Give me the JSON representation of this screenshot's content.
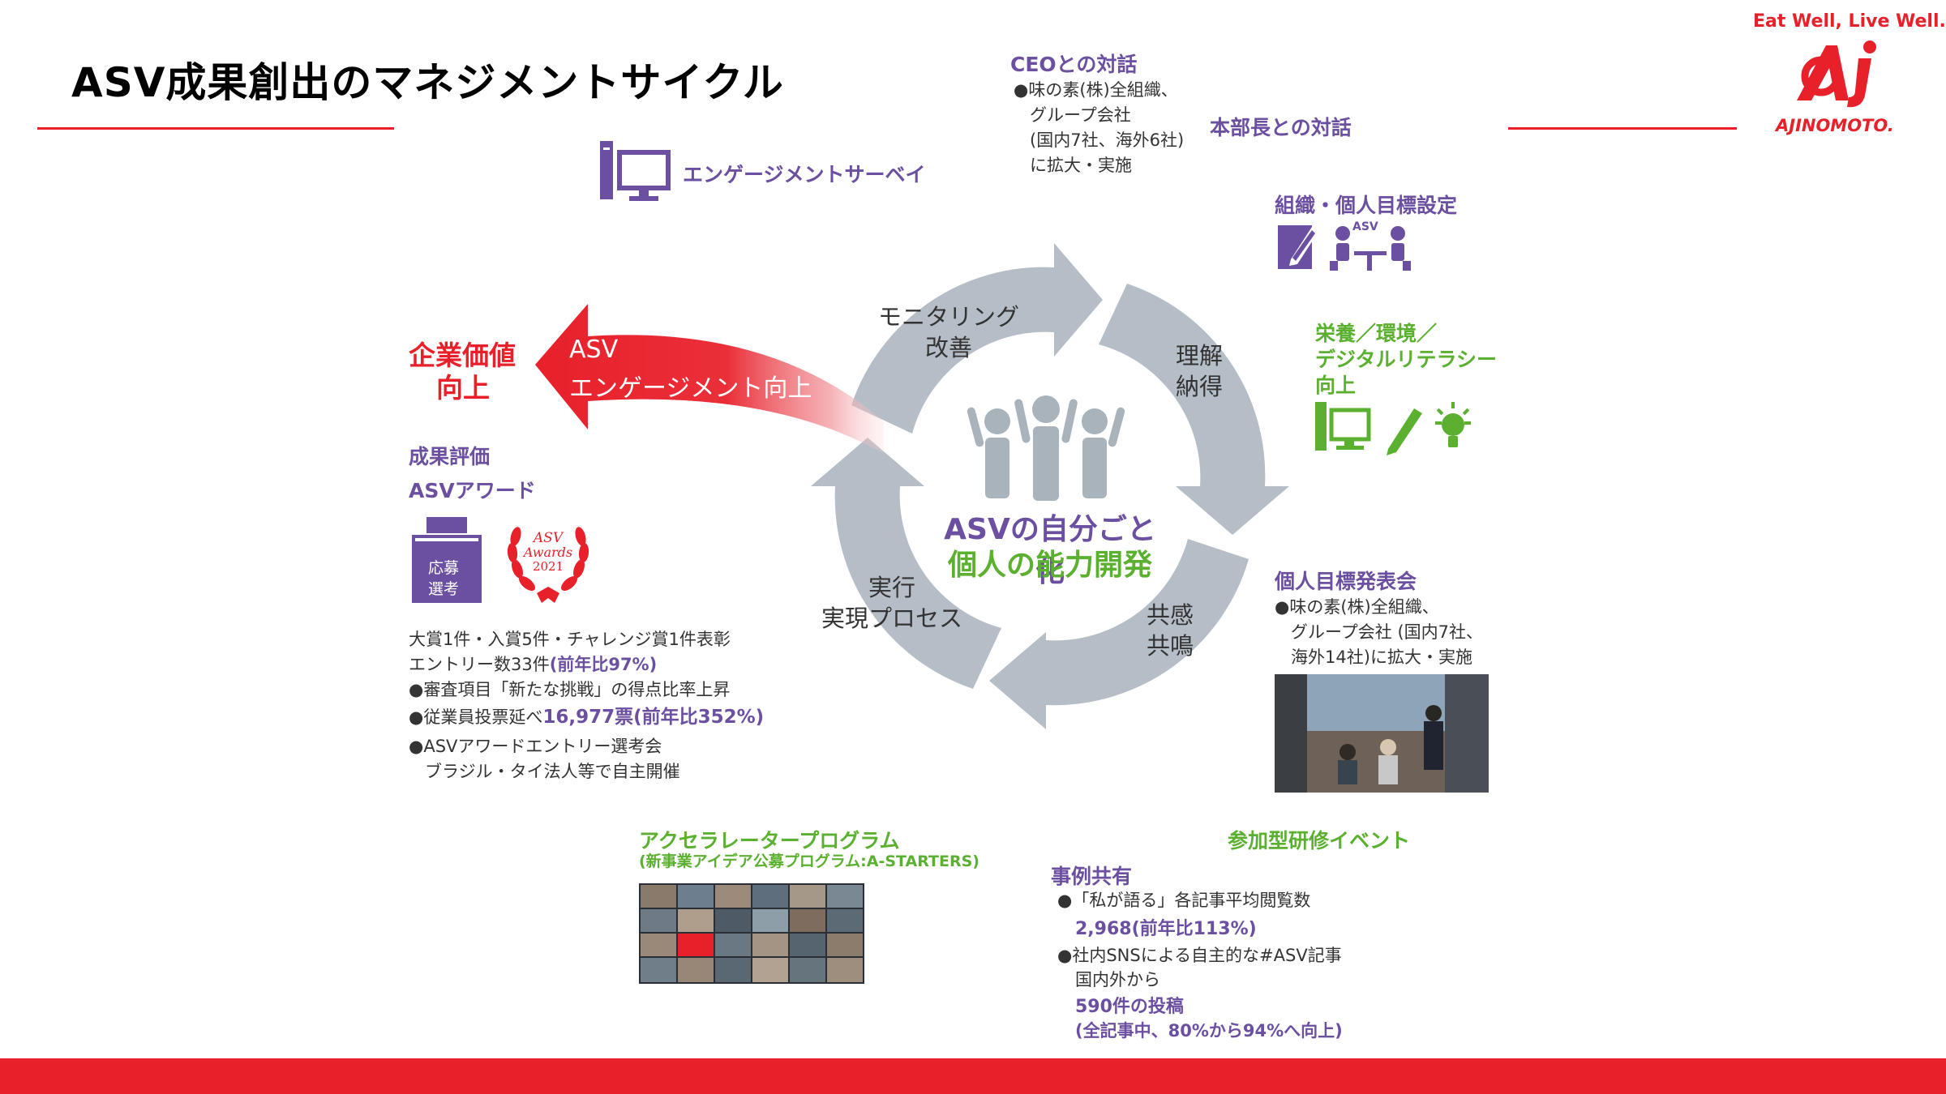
{
  "page": {
    "title": "ASV成果創出のマネジメントサイクル",
    "brand": {
      "tagline": "Eat Well, Live Well.",
      "logo_text": "AJINOMOTO.",
      "logo_mark": "Aj"
    },
    "colors": {
      "accent": "#e8202a",
      "purple": "#6b4fa0",
      "green": "#5bb030",
      "cycle_gray": "#b5bec6"
    }
  },
  "cycle": {
    "center_line1": "ASVの自分ごと化",
    "center_line2": "個人の能力開発",
    "people_icon": "three-people-raising-arms-icon",
    "stages": [
      {
        "label": "モニタリング\n改善"
      },
      {
        "label": "理解\n納得"
      },
      {
        "label": "共感\n共鳴"
      },
      {
        "label": "実行\n実現プロセス"
      }
    ]
  },
  "asv_arrow": {
    "text_line1": "ASV",
    "text_line2": "エンゲージメント向上"
  },
  "goal": {
    "line1": "企業価値",
    "line2": "向上"
  },
  "survey": {
    "label": "エンゲージメントサーベイ",
    "icon": "computer-icon"
  },
  "ceo_dialogue": {
    "heading": "CEOとの対話",
    "body": "●味の素(株)全組織、\n   グループ会社\n   (国内7社、海外6社)\n   に拡大・実施"
  },
  "division_dialogue": {
    "heading": "本部長との対話"
  },
  "goal_setting": {
    "heading": "組織・個人目標設定",
    "icons": [
      "pen-paper-icon",
      "meeting-people-icon"
    ],
    "badge": "ASV"
  },
  "literacy": {
    "line1": "栄養／環境／",
    "line2": "デジタルリテラシー",
    "line3": "向上",
    "icons": [
      "computer-icon",
      "pen-icon",
      "lightbulb-icon"
    ]
  },
  "goal_presentation": {
    "heading": "個人目標発表会",
    "body": "●味の素(株)全組織、\n   グループ会社 (国内7社、\n   海外14社)に拡大・実施"
  },
  "evaluation": {
    "heading1": "成果評価",
    "heading2": "ASVアワード",
    "ballot_label_1": "応募",
    "ballot_label_2": "選考",
    "award_badge": {
      "line1": "ASV",
      "line2": "Awards",
      "line3": "2021"
    },
    "line1": "大賞1件・入賞5件・チャレンジ賞1件表彰",
    "line2_prefix": "エントリー数33件",
    "line2_highlight": "(前年比97%)",
    "bullet1": "●審査項目「新たな挑戦」の得点比率上昇",
    "bullet2_prefix": "●従業員投票延べ",
    "bullet2_highlight": "16,977票(前年比352%)",
    "bullet3_line1": "●ASVアワードエントリー選考会",
    "bullet3_line2": "   ブラジル・タイ法人等で自主開催"
  },
  "accelerator": {
    "heading": "アクセラレータープログラム",
    "subheading": "(新事業アイデア公募プログラム:A-STARTERS)"
  },
  "training": {
    "heading": "参加型研修イベント"
  },
  "cases": {
    "heading": "事例共有",
    "bullet1": "●「私が語る」各記事平均閲覧数",
    "bullet1_highlight": "2,968(前年比113%)",
    "bullet2_line1": "●社内SNSによる自主的な#ASV記事",
    "bullet2_line2": "国内外から",
    "bullet2_highlight1": "590件の投稿",
    "bullet2_highlight2": "(全記事中、80%から94%へ向上)"
  }
}
